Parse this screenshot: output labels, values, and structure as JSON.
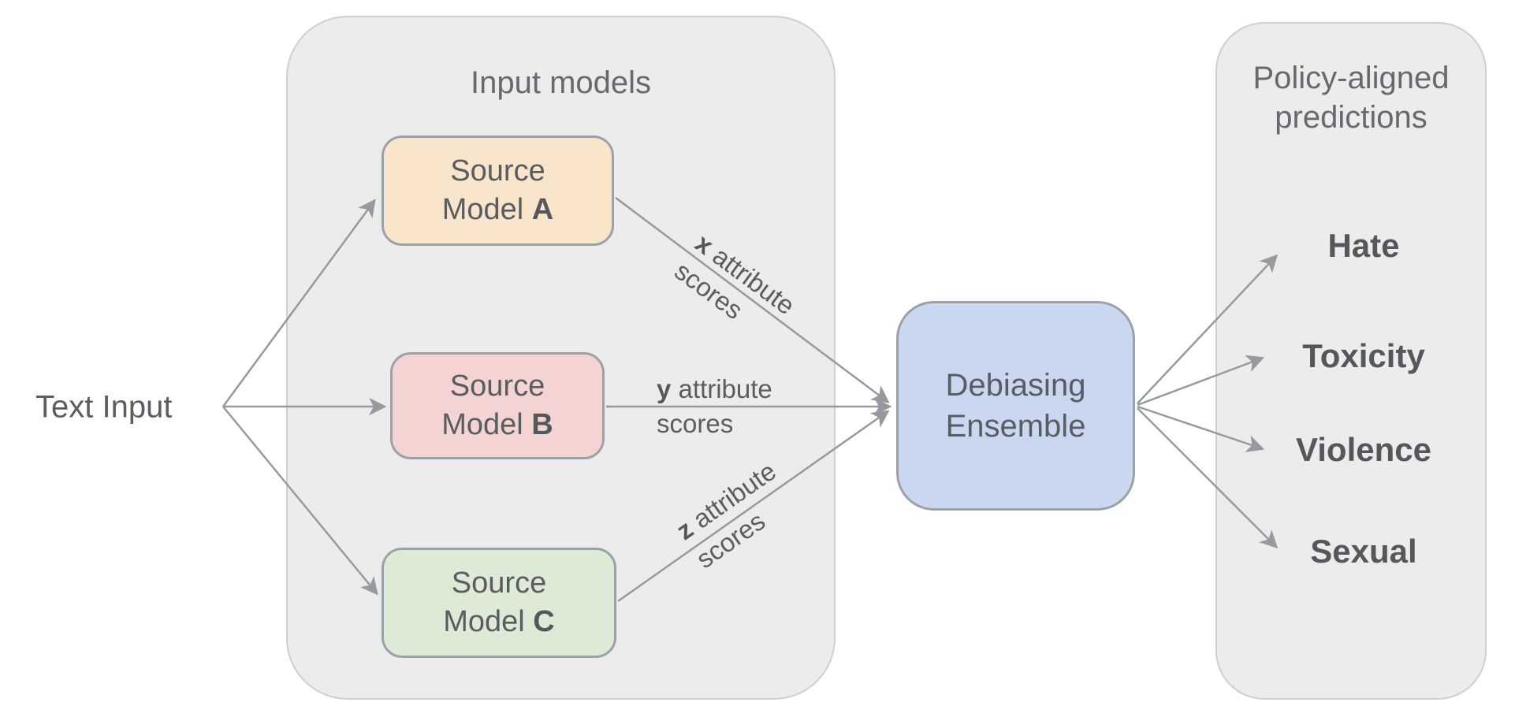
{
  "diagram": {
    "text_input_label": "Text Input",
    "input_models": {
      "title": "Input models",
      "boxes": [
        {
          "line1": "Source",
          "line2_prefix": "Model ",
          "letter": "A"
        },
        {
          "line1": "Source",
          "line2_prefix": "Model ",
          "letter": "B"
        },
        {
          "line1": "Source",
          "line2_prefix": "Model ",
          "letter": "C"
        }
      ]
    },
    "edges": [
      {
        "bold": "x",
        "rest": " attribute",
        "line2": "scores"
      },
      {
        "bold": "y",
        "rest": " attribute",
        "line2": "scores"
      },
      {
        "bold": "z",
        "rest": " attribute",
        "line2": "scores"
      }
    ],
    "ensemble": {
      "line1": "Debiasing",
      "line2": "Ensemble"
    },
    "policy": {
      "title_line1": "Policy-aligned",
      "title_line2": "predictions",
      "items": [
        "Hate",
        "Toxicity",
        "Violence",
        "Sexual"
      ]
    },
    "colors": {
      "panel_fill": "#ECECEC",
      "panel_border": "#CFCFCF",
      "model_a_fill": "#F9E4CC",
      "model_b_fill": "#F3D4D2",
      "model_c_fill": "#DDEAD5",
      "ensemble_fill": "#C9D7F1",
      "box_border": "#9CA1A7",
      "arrow": "#96999E",
      "text": "#5A5D61"
    }
  }
}
